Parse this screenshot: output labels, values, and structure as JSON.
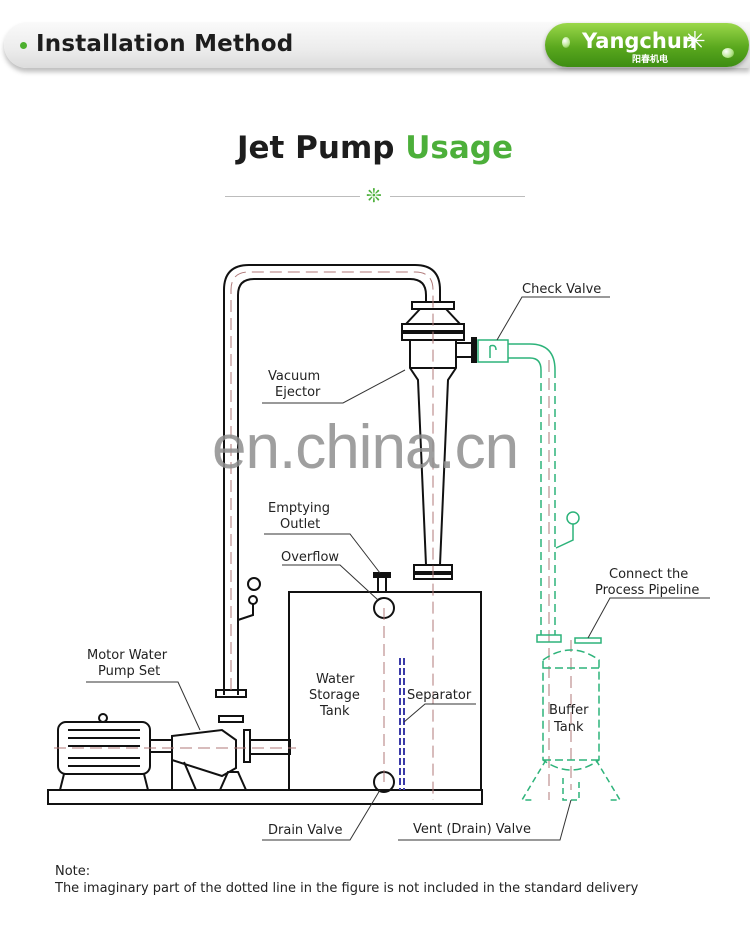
{
  "header": {
    "title": "Installation Method"
  },
  "logo": {
    "brand": "Yangchun",
    "brand_cn": "阳春机电"
  },
  "section": {
    "title_part1": "Jet Pump",
    "title_part2": "Usage"
  },
  "labels": {
    "check_valve": "Check Valve",
    "vacuum_ejector_1": "Vacuum",
    "vacuum_ejector_2": "Ejector",
    "emptying_outlet_1": "Emptying",
    "emptying_outlet_2": "Outlet",
    "overflow": "Overflow",
    "connect_1": "Connect the",
    "connect_2": "Process Pipeline",
    "motor_1": "Motor Water",
    "motor_2": "Pump Set",
    "water_1": "Water",
    "water_2": "Storage",
    "water_3": "Tank",
    "separator": "Separator",
    "buffer_1": "Buffer",
    "buffer_2": "Tank",
    "drain_valve": "Drain Valve",
    "vent_valve": "Vent (Drain) Valve"
  },
  "watermark": "en.china.cn",
  "note": {
    "heading": "Note:",
    "text": "The imaginary part of the dotted line in the figure is not included in the standard delivery"
  },
  "colors": {
    "brand_green": "#4caf3a",
    "optional_line": "#2db37a",
    "separator": "#3a3aa8",
    "center_line": "#b07a7a"
  }
}
